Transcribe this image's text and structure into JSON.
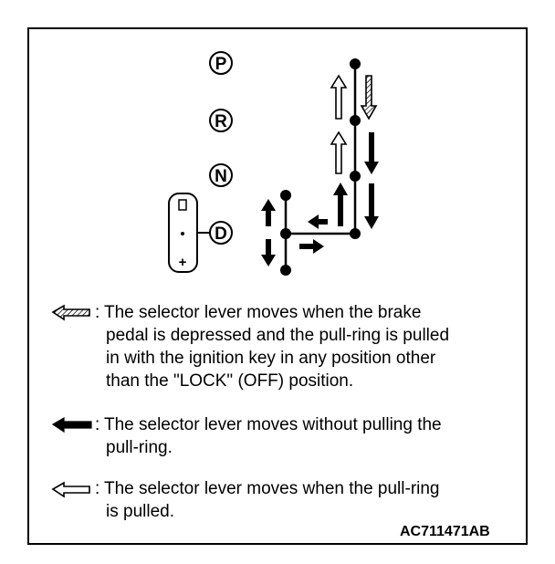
{
  "positions": [
    "P",
    "R",
    "N",
    "D"
  ],
  "manual_gate": {
    "up_label": "",
    "down_label": "+"
  },
  "legend": [
    {
      "arrow": "hatched-arrow-icon",
      "lines": [
        "The selector lever moves when the brake",
        "pedal is depressed and the pull-ring is pulled",
        "in with the ignition key in any position other",
        "than the \"LOCK\" (OFF) position."
      ]
    },
    {
      "arrow": "solid-arrow-icon",
      "lines": [
        "The selector lever moves without pulling the",
        "pull-ring."
      ]
    },
    {
      "arrow": "outline-arrow-icon",
      "lines": [
        "The selector lever moves when the pull-ring",
        "is pulled."
      ]
    }
  ],
  "figure_code": "AC711471AB"
}
